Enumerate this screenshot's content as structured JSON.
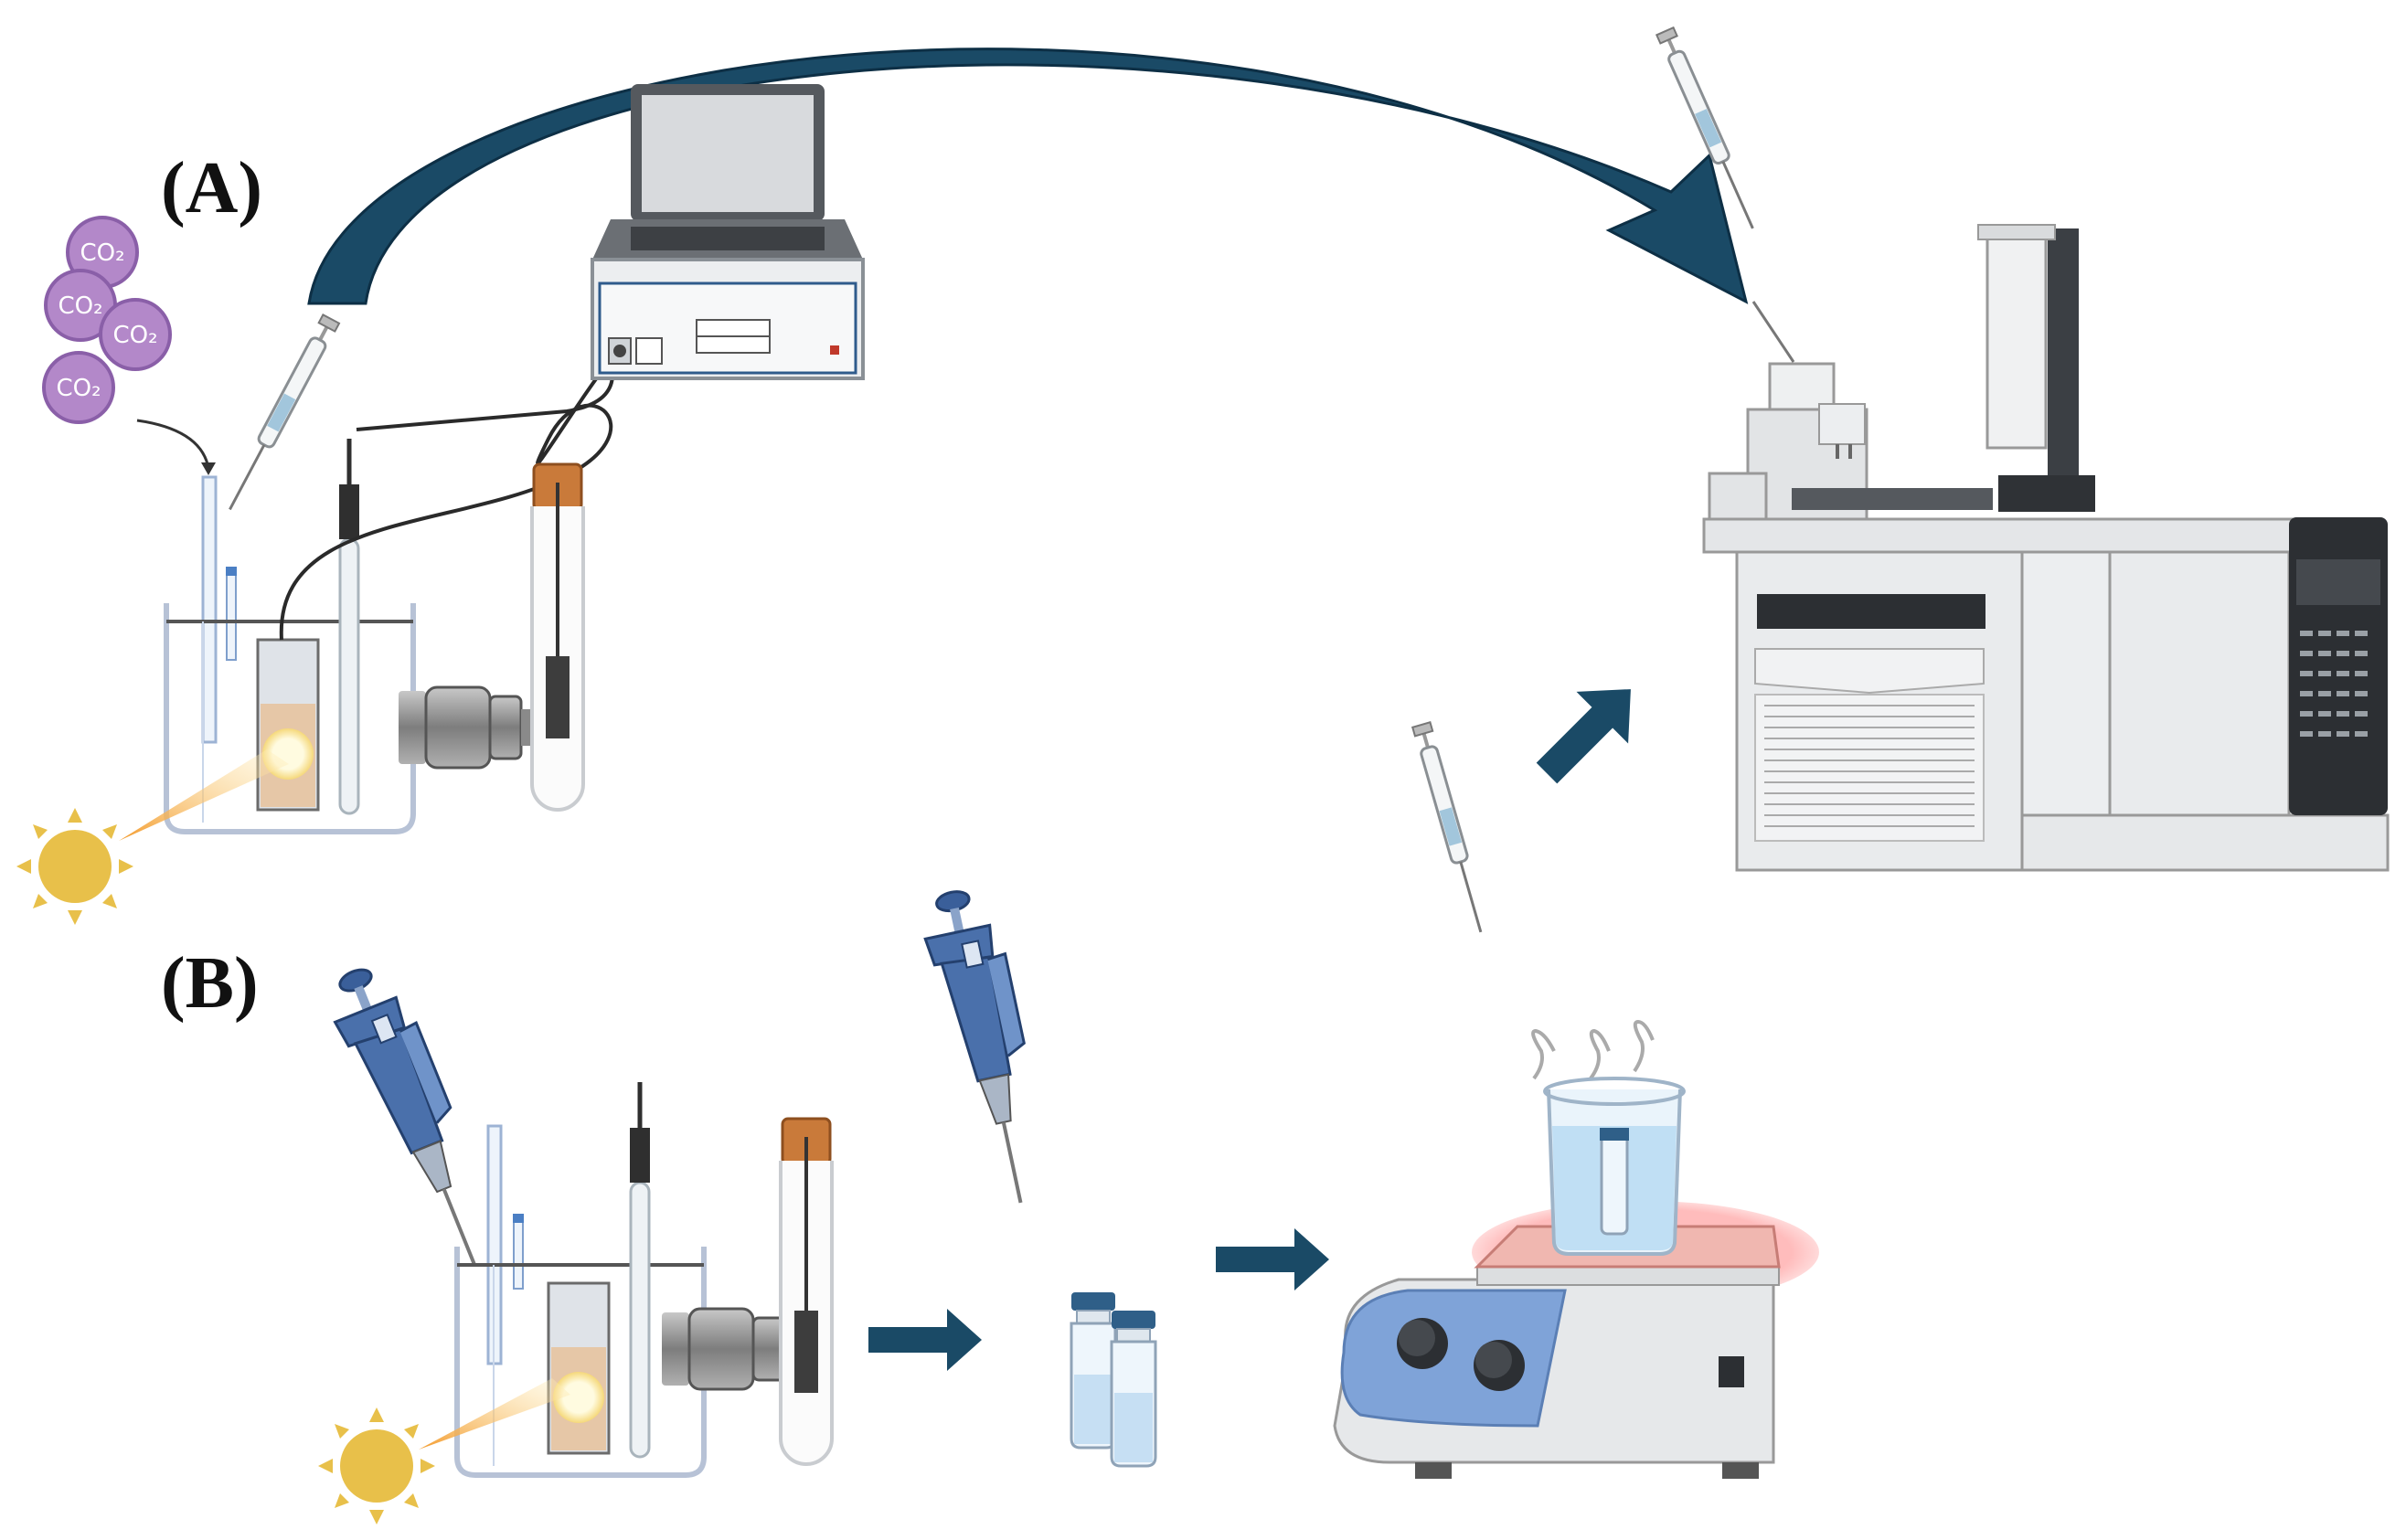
{
  "panels": {
    "a_label": "(A)",
    "b_label": "(B)"
  },
  "co2_bubbles": [
    "CO₂",
    "CO₂",
    "CO₂",
    "CO₂"
  ],
  "colors": {
    "arrow": "#1a4a66",
    "bubble": "#b388c9",
    "bubble_stroke": "#8a5fa8",
    "sun": "#e8c04a",
    "sun_ray": "#e8b53c",
    "pipette": "#3a5f9a",
    "hotplate_top": "#f0b7b0",
    "hotplate_panel": "#7fa3d8",
    "instrument_gray": "#e6e8ea",
    "dark": "#2c2f33"
  },
  "icons": [
    "co2-bubble-icon",
    "sun-icon",
    "syringe-icon",
    "photoreactor-cell-icon",
    "electrode-icon",
    "light-source-icon",
    "test-tube-icon",
    "laptop-icon",
    "potentiostat-icon",
    "gas-chromatograph-icon",
    "micropipette-icon",
    "vial-icon",
    "beaker-icon",
    "hotplate-stirrer-icon",
    "flow-arrow-icon"
  ]
}
